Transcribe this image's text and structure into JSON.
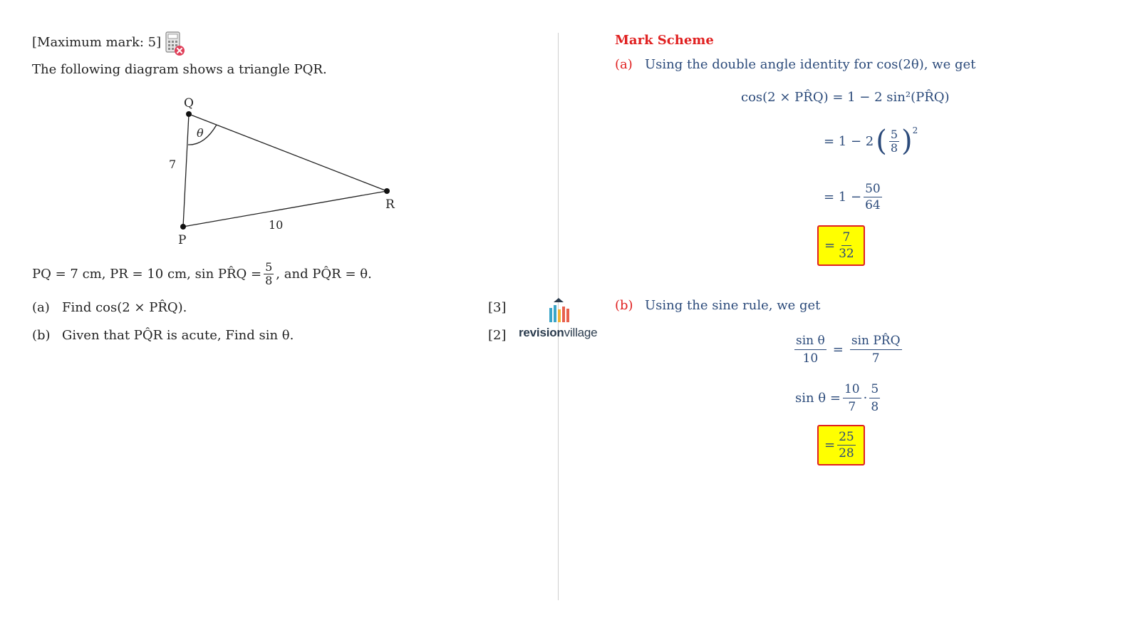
{
  "question": {
    "max_mark": "[Maximum mark: 5]",
    "calculator_icon": "no-calculator-icon",
    "intro": "The following diagram shows a triangle PQR.",
    "diagram": {
      "vertex_q": "Q",
      "vertex_p": "P",
      "vertex_r": "R",
      "side_pq": "7",
      "side_pr": "10",
      "angle": "θ"
    },
    "given": {
      "part1": "PQ = 7 cm,  PR = 10 cm,  sin PR̂Q =",
      "frac_num": "5",
      "frac_den": "8",
      "part2": ", and PQ̂R = θ."
    },
    "parts": [
      {
        "label": "(a)",
        "text": "Find cos(2 × PR̂Q).",
        "marks": "[3]"
      },
      {
        "label": "(b)",
        "text": "Given that PQ̂R is acute, Find sin θ.",
        "marks": "[2]"
      }
    ]
  },
  "logo": {
    "bold": "revision",
    "regular": "village"
  },
  "mark_scheme": {
    "title": "Mark Scheme",
    "a": {
      "label": "(a)",
      "intro": "Using the double angle identity for cos(2θ), we get",
      "line1": "cos(2 × PR̂Q) = 1 − 2 sin²(PR̂Q)",
      "line2_prefix": "= 1 − 2",
      "line2_num": "5",
      "line2_den": "8",
      "line2_exp": "2",
      "line3_prefix": "= 1 −",
      "line3_num": "50",
      "line3_den": "64",
      "answer_prefix": "=",
      "answer_num": "7",
      "answer_den": "32"
    },
    "b": {
      "label": "(b)",
      "intro": "Using the sine rule, we get",
      "l1_lnum": "sin θ",
      "l1_lden": "10",
      "l1_eq": "=",
      "l1_rnum": "sin PR̂Q",
      "l1_rden": "7",
      "l2_prefix": "sin θ =",
      "l2_n1": "10",
      "l2_d1": "7",
      "l2_dot": "·",
      "l2_n2": "5",
      "l2_d2": "8",
      "answer_prefix": "=",
      "answer_num": "25",
      "answer_den": "28"
    }
  },
  "colors": {
    "accent_red": "#e02020",
    "text_blue": "#2b4a7a",
    "highlight": "#ffff00"
  }
}
